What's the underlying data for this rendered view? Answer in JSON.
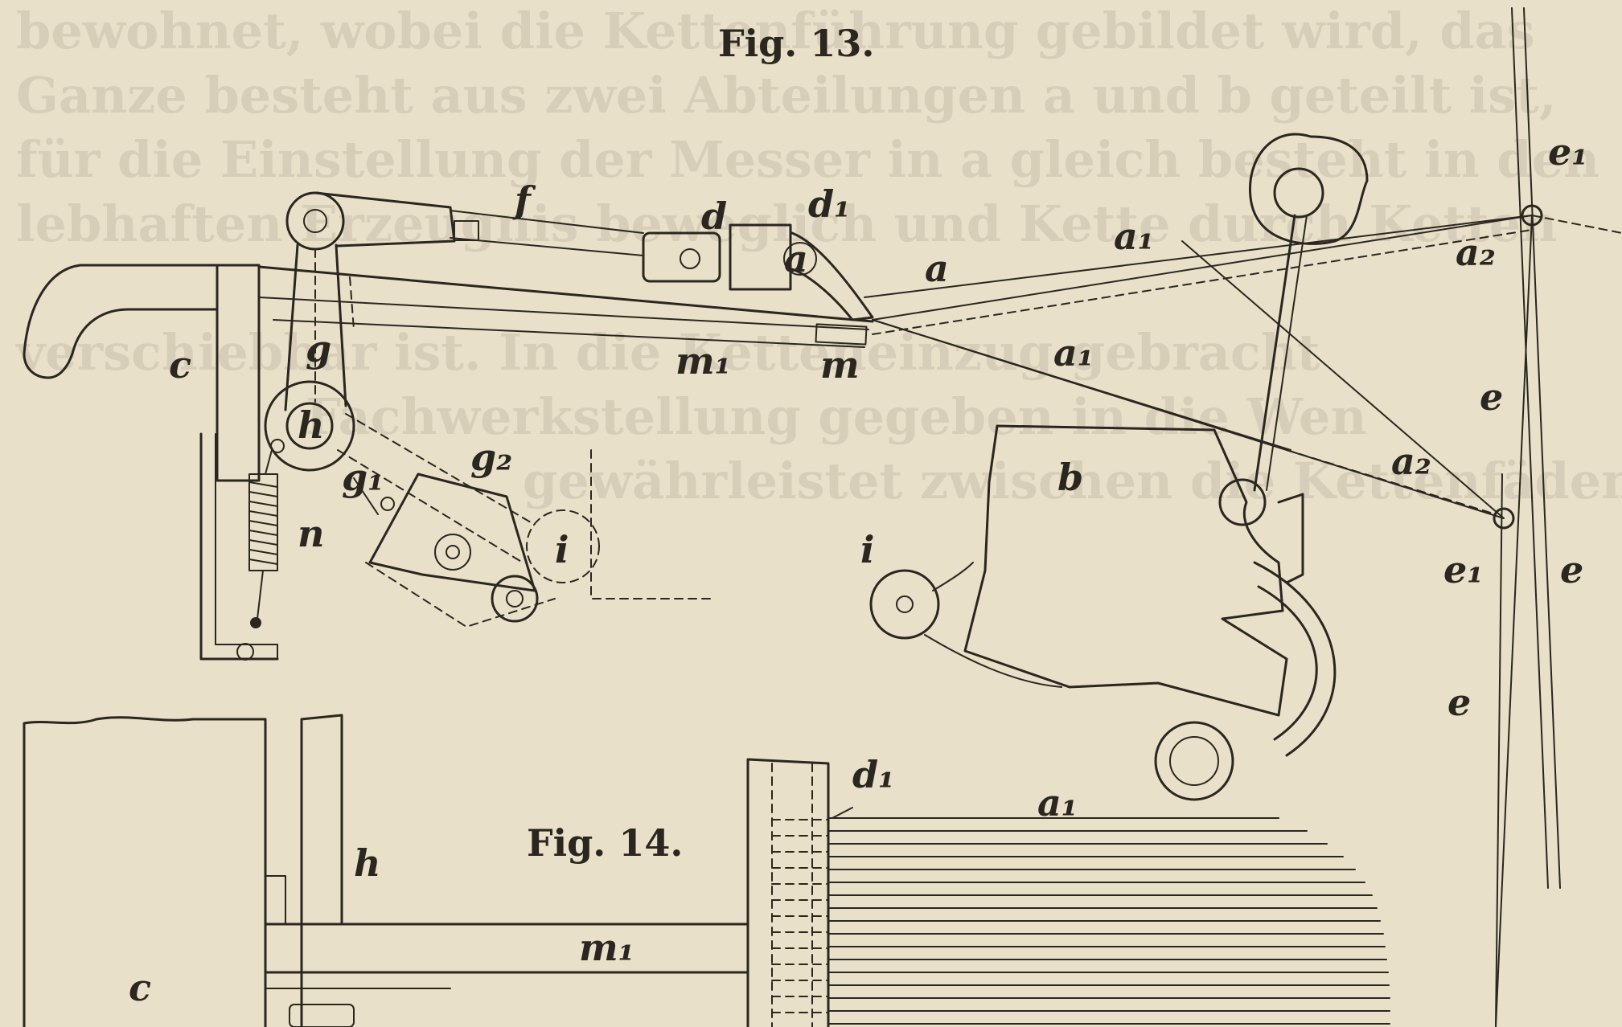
{
  "figures": {
    "fig13": "Fig. 13.",
    "fig14": "Fig. 14."
  },
  "show_through_lines": [
    "bewohnet, wobei die Kettenführung gebildet wird, das",
    "Ganze besteht aus zwei Abteilungen a und b geteilt ist,",
    "für die Einstellung der Messer in a gleich besteht in den",
    "lebhaften Erzeugnis beweglich und Kette durch Ketten",
    "verschiebbar ist. In die Ketteneinzug gebracht",
    "Fachwerkstellung gegeben in die Wen",
    "gewährleistet zwischen die Kettenfäden in das Rohr"
  ],
  "labels13": {
    "f": "f",
    "d": "d",
    "d1": "d₁",
    "a": "a",
    "a1_top": "a₁",
    "e1_top": "e₁",
    "a2_top": "a₂",
    "c": "c",
    "g": "g",
    "m1": "m₁",
    "m": "m",
    "a1_mid": "a₁",
    "h": "h",
    "e_upper": "e",
    "g2": "g₂",
    "g1": "g₁",
    "b": "b",
    "a2_mid": "a₂",
    "n": "n",
    "i_left": "i",
    "i_right": "i",
    "e1_low": "e₁",
    "e_low": "e",
    "e_bottom": "e"
  },
  "labels14": {
    "d1": "d₁",
    "a1": "a₁",
    "h": "h",
    "m1": "m₁",
    "c": "c"
  },
  "colors": {
    "paper": "#e8e0c8",
    "ink": "#2a2620"
  }
}
